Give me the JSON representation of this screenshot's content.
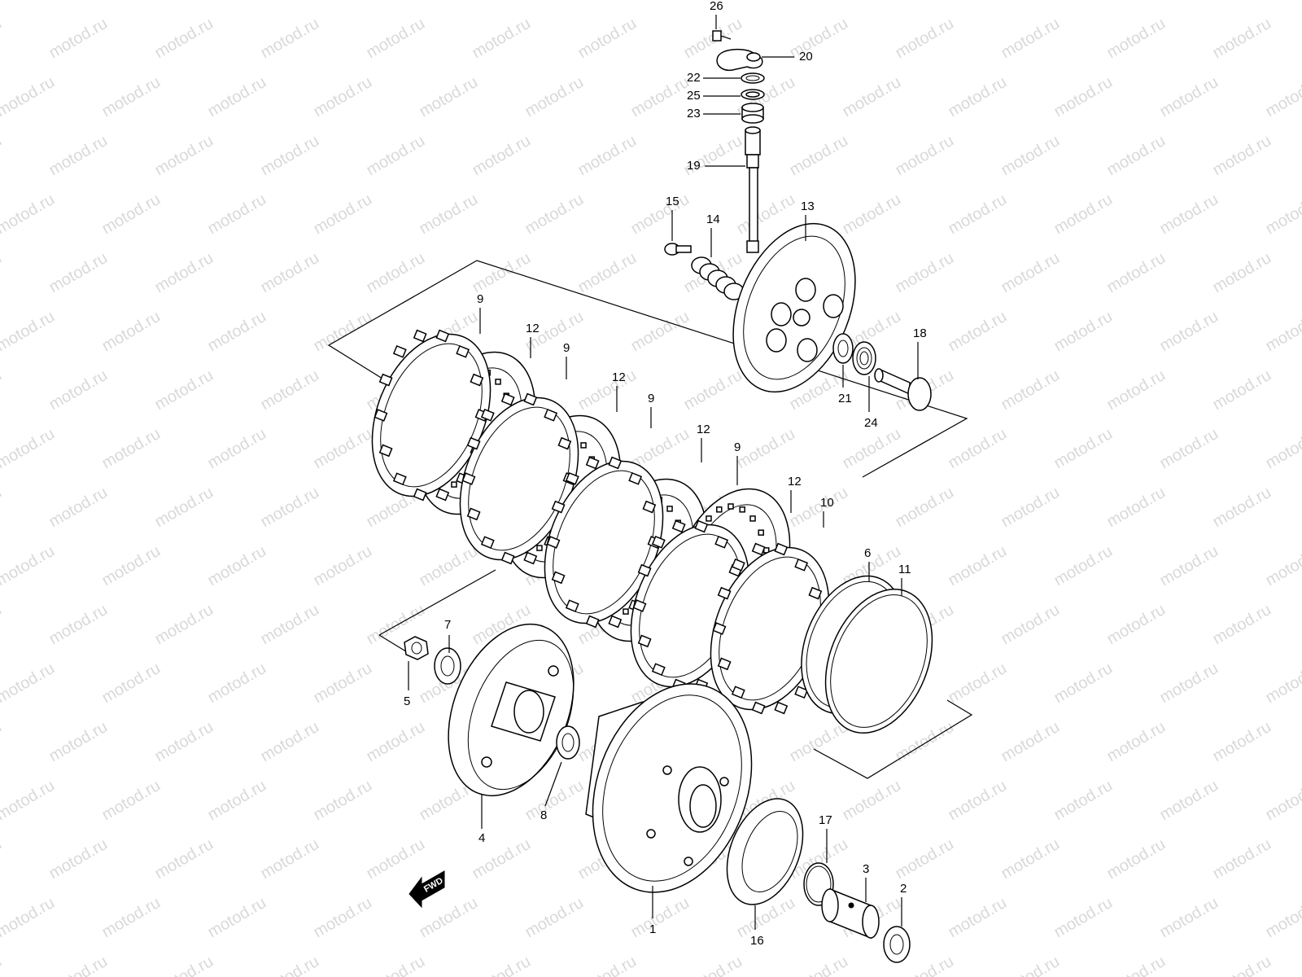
{
  "watermark": "motod.ru",
  "fwd_label": "FWD",
  "callouts": [
    "1",
    "2",
    "3",
    "4",
    "5",
    "6",
    "7",
    "8",
    "9",
    "9",
    "9",
    "9",
    "10",
    "11",
    "12",
    "12",
    "12",
    "12",
    "13",
    "14",
    "15",
    "16",
    "17",
    "18",
    "19",
    "20",
    "21",
    "22",
    "23",
    "24",
    "25",
    "26"
  ]
}
